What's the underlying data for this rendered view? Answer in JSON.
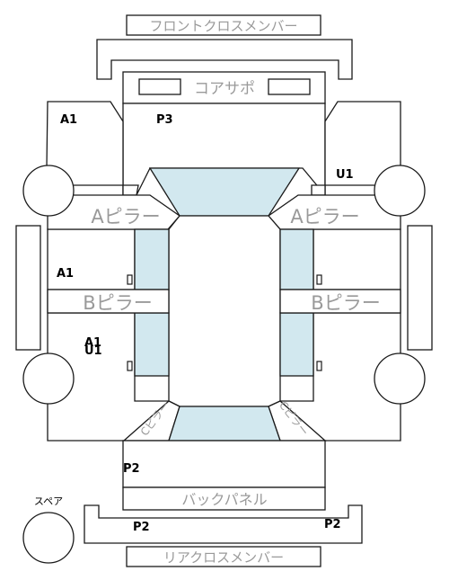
{
  "parts": {
    "front_cross_member": "フロントクロスメンバー",
    "core_support": "コアサポ",
    "a_pillar_left": "Aピラー",
    "a_pillar_right": "Aピラー",
    "b_pillar_left": "Bピラー",
    "b_pillar_right": "Bピラー",
    "c_pillar_left": "Cピラー",
    "c_pillar_right": "Cピラー",
    "back_panel": "バックパネル",
    "rear_cross_member": "リアクロスメンバー",
    "spare": "スペア"
  },
  "codes": {
    "front_left_fender": "A1",
    "core_support": "P3",
    "front_right_fender": "U1",
    "front_left_door": "A1",
    "rear_left_door_a": "A1",
    "rear_left_door_b": "U1",
    "back_panel": "P2",
    "rear_left": "P2",
    "rear_right": "P2"
  }
}
